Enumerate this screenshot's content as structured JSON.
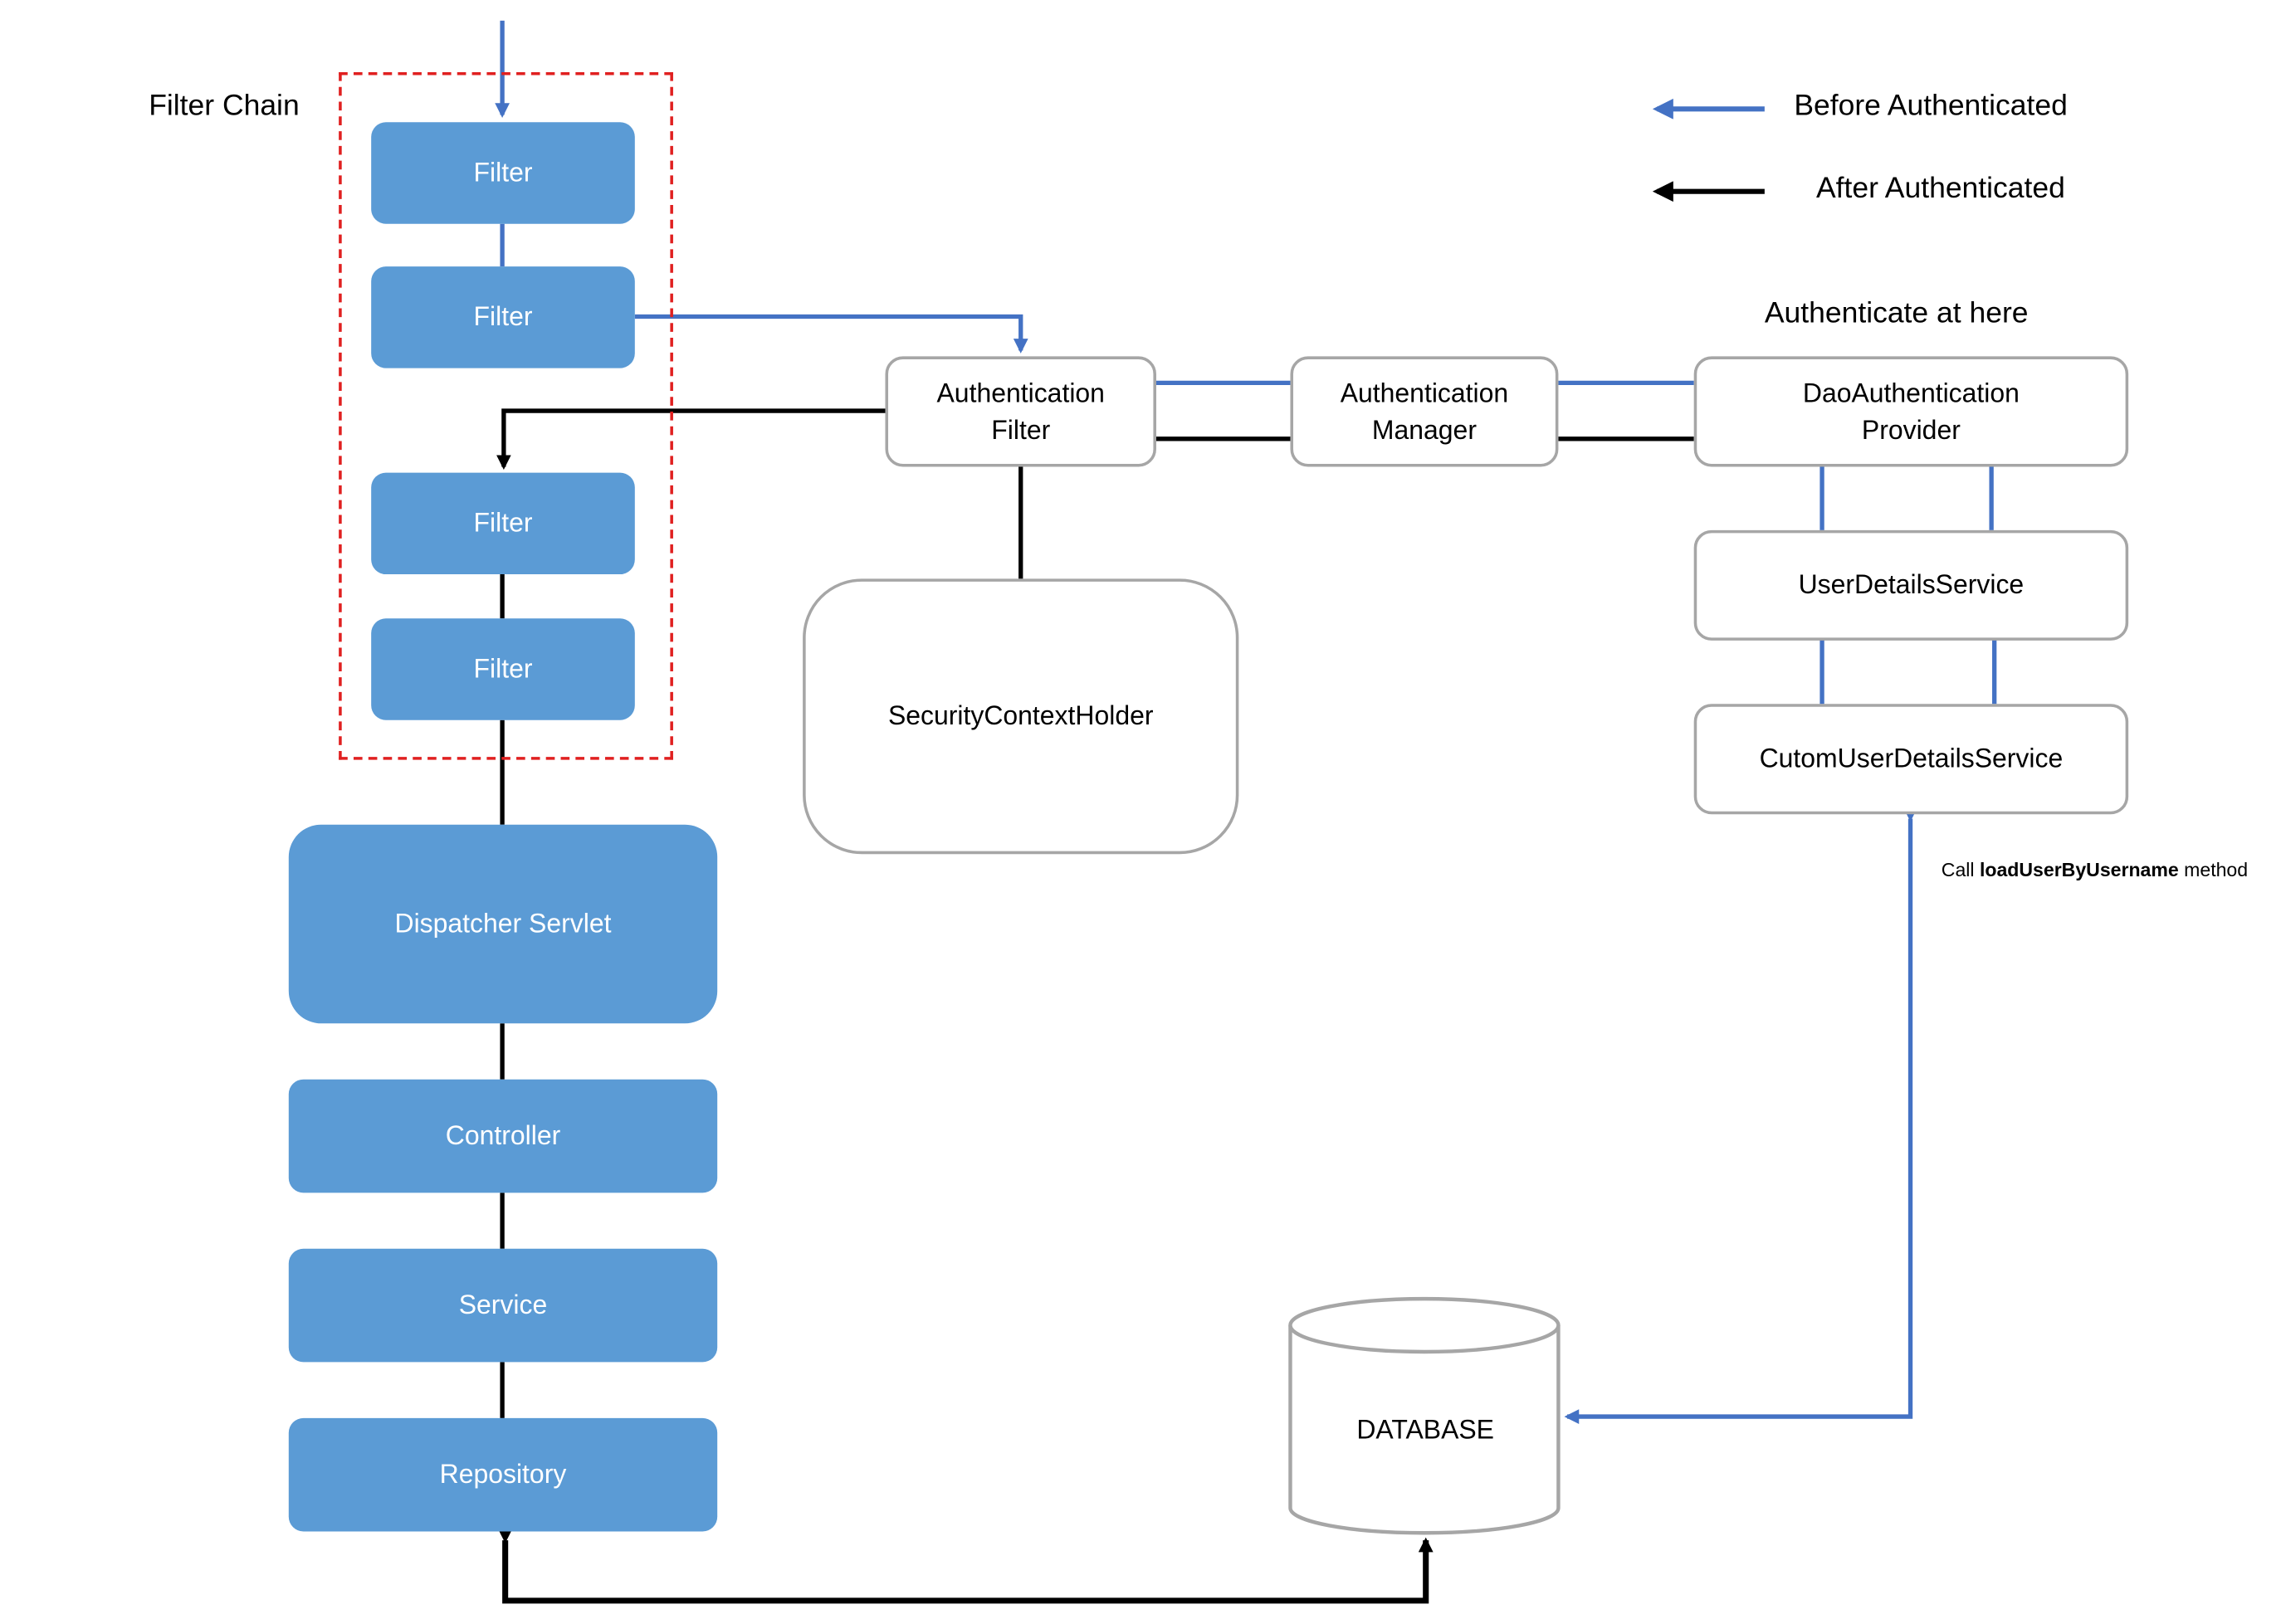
{
  "colors": {
    "before_line": "#4472c4",
    "after_line": "#000000",
    "filter_fill": "#5b9bd5",
    "box_border": "#a6a6a6",
    "chain_border": "#e02020"
  },
  "legend": {
    "before": "Before Authenticated",
    "after": "After Authenticated"
  },
  "filter_chain": {
    "label": "Filter Chain",
    "filters": [
      "Filter",
      "Filter",
      "Filter",
      "Filter"
    ]
  },
  "app_layers": {
    "dispatcher": "Dispatcher Servlet",
    "controller": "Controller",
    "service": "Service",
    "repository": "Repository"
  },
  "auth": {
    "authentication_filter": "Authentication\nFilter",
    "authentication_manager": "Authentication\nManager",
    "security_context_holder": "SecurityContextHolder",
    "authenticate_label": "Authenticate at here",
    "dao_provider": "DaoAuthentication\nProvider",
    "user_details_service": "UserDetailsService",
    "custom_user_details_service": "CutomUserDetailsService"
  },
  "call_note": {
    "prefix": "Call ",
    "method": "loadUserByUsername",
    "suffix": " method"
  },
  "database": {
    "label": "DATABASE"
  }
}
